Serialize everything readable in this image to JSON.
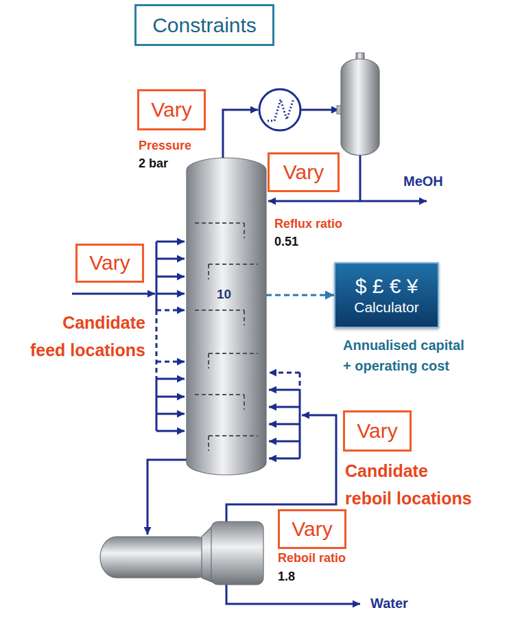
{
  "diagram": {
    "title": "Constraints",
    "nodes": [
      {
        "text": [
          "Vary"
        ]
      },
      {
        "text": [
          "Vary"
        ]
      },
      {
        "text": [
          "10"
        ]
      },
      {
        "text": [
          "Vary"
        ]
      },
      {
        "text": [
          "$ £ € ¥",
          "Calculator"
        ]
      },
      {
        "text": [
          "Vary"
        ]
      },
      {
        "text": [
          "Vary"
        ]
      }
    ],
    "edges": [
      {
        "from": 2,
        "to": 4,
        "arrow": "to"
      }
    ],
    "labels": [
      "Pressure",
      "2 bar",
      "MeOH",
      "Reflux ratio",
      "0.51",
      "Candidate feed locations",
      "Annualised capital + operating cost",
      "Candidate reboil locations",
      "Reboil ratio",
      "1.8",
      "Water"
    ]
  }
}
